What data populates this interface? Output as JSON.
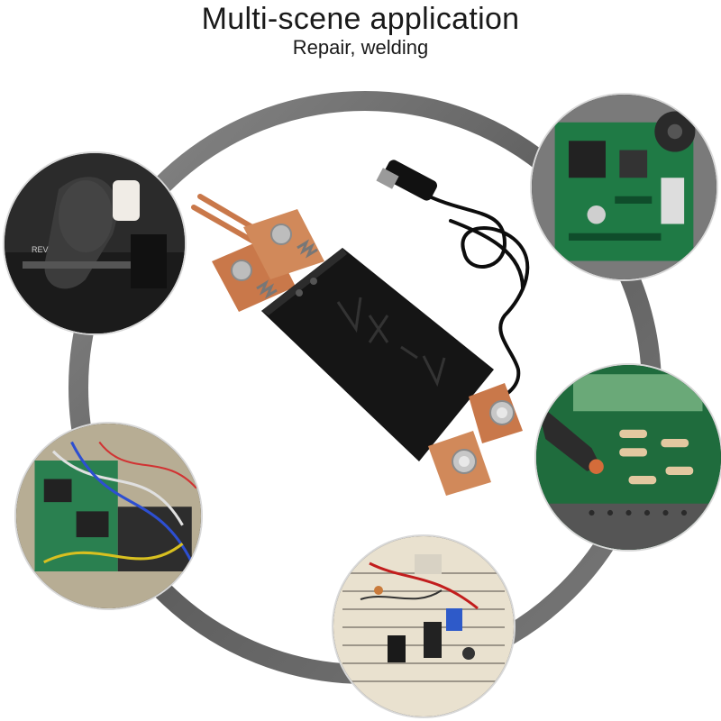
{
  "header": {
    "title": "Multi-scene application",
    "subtitle": "Repair, welding"
  },
  "device": {
    "body_color": "#151515",
    "copper_color": "#c9784a",
    "cable_color": "#0d0d0d",
    "logo_icon": "vx-logo-icon"
  },
  "scenes": [
    {
      "name": "scene-car-interior",
      "icon": "car-interior-icon"
    },
    {
      "name": "scene-motherboard",
      "icon": "motherboard-icon"
    },
    {
      "name": "scene-pcb-resistors",
      "icon": "resistor-board-icon"
    },
    {
      "name": "scene-wired-boards",
      "icon": "wired-board-icon"
    },
    {
      "name": "scene-breadboard",
      "icon": "breadboard-icon"
    }
  ],
  "colors": {
    "ring": "#6e6e6e",
    "pcb_green": "#1f7a45",
    "breadboard": "#e9e1cf"
  }
}
